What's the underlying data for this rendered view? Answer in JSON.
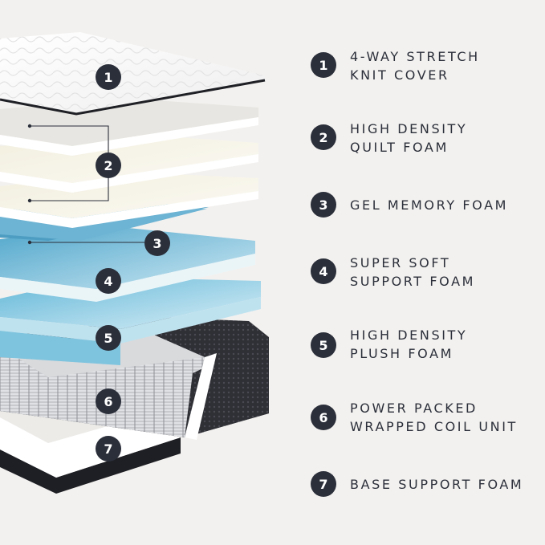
{
  "accent_color": "#2b2f3a",
  "background_color": "#f3f1ef",
  "diagram_markers": [
    "1",
    "2",
    "3",
    "4",
    "5",
    "6",
    "7"
  ],
  "legend": [
    {
      "number": "1",
      "line1": "4-WAY STRETCH",
      "line2": "KNIT COVER"
    },
    {
      "number": "2",
      "line1": "HIGH DENSITY",
      "line2": "QUILT FOAM"
    },
    {
      "number": "3",
      "line1": "GEL MEMORY FOAM",
      "line2": ""
    },
    {
      "number": "4",
      "line1": "SUPER SOFT",
      "line2": "SUPPORT FOAM"
    },
    {
      "number": "5",
      "line1": "HIGH DENSITY",
      "line2": "PLUSH FOAM"
    },
    {
      "number": "6",
      "line1": "POWER PACKED",
      "line2": "WRAPPED COIL UNIT"
    },
    {
      "number": "7",
      "line1": "BASE SUPPORT FOAM",
      "line2": ""
    }
  ]
}
